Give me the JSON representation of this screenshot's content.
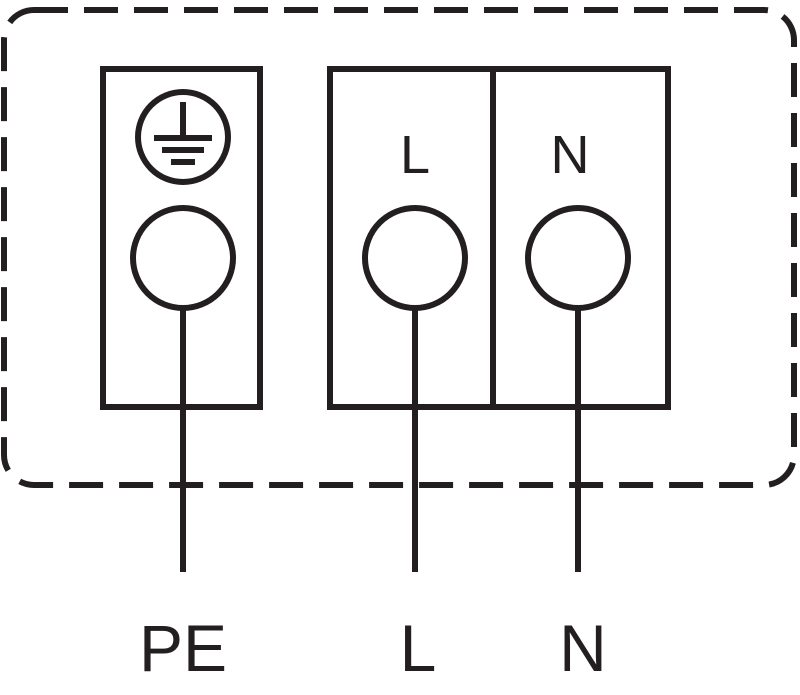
{
  "diagram": {
    "stroke_color": "#231f20",
    "background_color": "#ffffff",
    "terminals": {
      "earth": {
        "icon": "protective-earth-icon"
      },
      "live": {
        "label": "L"
      },
      "neutral": {
        "label": "N"
      }
    },
    "wires": {
      "pe": {
        "label": "PE"
      },
      "live": {
        "label": "L"
      },
      "neutral": {
        "label": "N"
      }
    }
  }
}
